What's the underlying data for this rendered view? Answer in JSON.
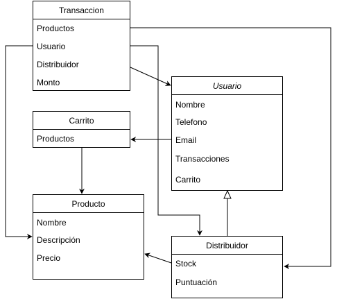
{
  "classes": {
    "transaccion": {
      "name": "Transaccion",
      "attributes": [
        "Productos",
        "Usuario",
        "Distribuidor",
        "Monto"
      ]
    },
    "usuario": {
      "name": "Usuario",
      "attributes": [
        "Nombre",
        "Telefono",
        "Email",
        "Transacciones",
        "Carrito"
      ]
    },
    "carrito": {
      "name": "Carrito",
      "attributes": [
        "Productos"
      ]
    },
    "producto": {
      "name": "Producto",
      "attributes": [
        "Nombre",
        "Descripción",
        "Precio"
      ]
    },
    "distribuidor": {
      "name": "Distribuidor",
      "attributes": [
        "Stock",
        "Puntuación"
      ]
    }
  },
  "colors": {
    "line": "#000000",
    "fill": "#ffffff"
  }
}
